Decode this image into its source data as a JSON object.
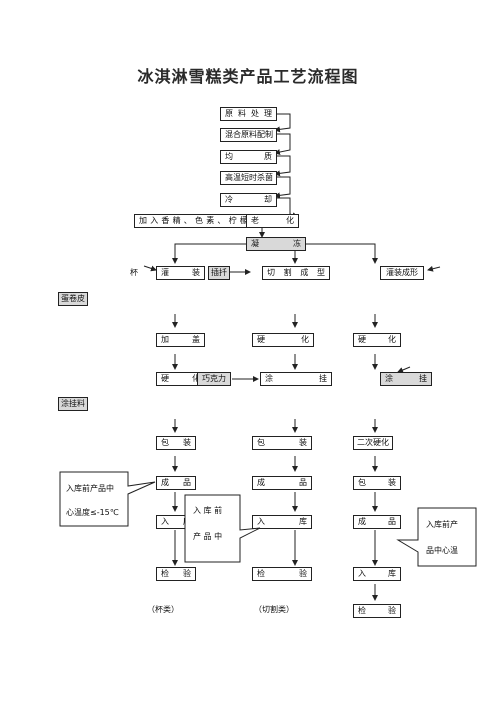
{
  "title": "冰淇淋雪糕类产品工艺流程图",
  "steps": {
    "raw": "原 料 处 理",
    "mix": "混合原料配制",
    "homo": "均  质",
    "steril": "高温短时杀菌",
    "cool": "冷  却",
    "additives": "加入香精、色素、柠檬酸",
    "aging": "老  化",
    "freeze": "凝  冻",
    "cup": "杯",
    "fill": "灌  装",
    "stick": "插扦",
    "cut": "切 割 成 型",
    "cone": "灌装成形",
    "cone_skin": "蛋卷皮",
    "cup_lid": "加  盖",
    "cut_harden": "硬  化",
    "cone_harden": "硬  化",
    "cup_harden": "硬  化",
    "chocolate": "巧克力",
    "cut_coat": "涂  挂",
    "cone_coat": "涂  挂",
    "coating": "涂挂料",
    "cup_pack": "包  装",
    "cut_pack": "包  装",
    "cone_harden2": "二次硬化",
    "cup_product": "成  品",
    "cut_product": "成  品",
    "cone_pack": "包  装",
    "cup_store": "入  库",
    "cut_store": "入  库",
    "cone_product": "成  品",
    "cup_inspect": "检  验",
    "cut_inspect": "检  验",
    "cone_store": "入  库",
    "cone_inspect": "检  验"
  },
  "labels": {
    "cup_type": "（杯类）",
    "cut_type": "（切割类）"
  },
  "callouts": {
    "left_line1": "入库前产品中",
    "left_line2": "心温度≤-15℃",
    "mid_line1": "入 库 前",
    "mid_line2": "产 品 中",
    "right_line1": "入库前产",
    "right_line2": "品中心温"
  }
}
